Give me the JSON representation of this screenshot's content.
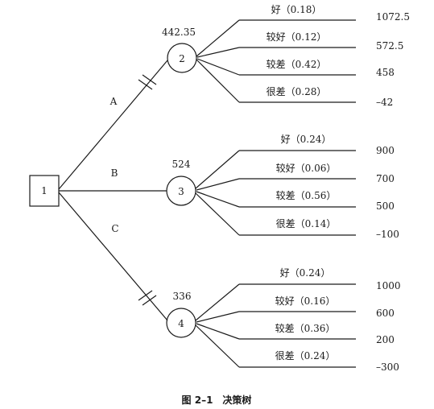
{
  "decision_node": {
    "label": "1"
  },
  "options": [
    {
      "branch_label": "A",
      "chance_node": "2",
      "expected_value": "442.35",
      "pruned": true,
      "outcomes": [
        {
          "label": "好（0.18）",
          "value": "1072.5"
        },
        {
          "label": "较好（0.12）",
          "value": "572.5"
        },
        {
          "label": "较差（0.42）",
          "value": "458"
        },
        {
          "label": "很差（0.28）",
          "value": "–42"
        }
      ]
    },
    {
      "branch_label": "B",
      "chance_node": "3",
      "expected_value": "524",
      "pruned": false,
      "outcomes": [
        {
          "label": "好（0.24）",
          "value": "900"
        },
        {
          "label": "较好（0.06）",
          "value": "700"
        },
        {
          "label": "较差（0.56）",
          "value": "500"
        },
        {
          "label": "很差（0.14）",
          "value": "–100"
        }
      ]
    },
    {
      "branch_label": "C",
      "chance_node": "4",
      "expected_value": "336",
      "pruned": true,
      "outcomes": [
        {
          "label": "好（0.24）",
          "value": "1000"
        },
        {
          "label": "较好（0.16）",
          "value": "600"
        },
        {
          "label": "较差（0.36）",
          "value": "200"
        },
        {
          "label": "很差（0.24）",
          "value": "–300"
        }
      ]
    }
  ],
  "caption": "图 2–1　决策树"
}
